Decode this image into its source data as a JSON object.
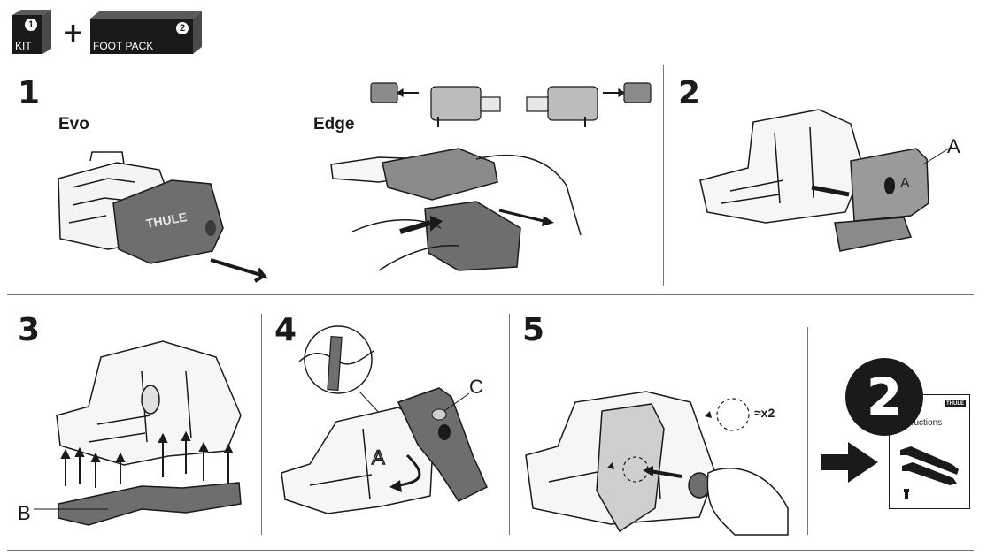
{
  "header": {
    "kit_badge": "1",
    "kit_label": "KIT",
    "plus": "+",
    "foot_pack_badge": "2",
    "foot_pack_label": "FOOT PACK"
  },
  "steps": {
    "step1": {
      "number": "1",
      "evo_label": "Evo",
      "edge_label": "Edge",
      "brand_on_foot": "THULE"
    },
    "step2": {
      "number": "2",
      "callout": "A"
    },
    "step3": {
      "number": "3",
      "callout": "B"
    },
    "step4": {
      "number": "4",
      "callout": "C"
    },
    "step5": {
      "number": "5",
      "quantity": "≈x2"
    }
  },
  "next": {
    "big_number": "2",
    "manual_brand": "THULE",
    "manual_title": "Instructions"
  },
  "colors": {
    "ink": "#1a1a1a",
    "gray": "#777777",
    "part_gray": "#6e6e6e",
    "light_gray": "#cfcfcf"
  }
}
